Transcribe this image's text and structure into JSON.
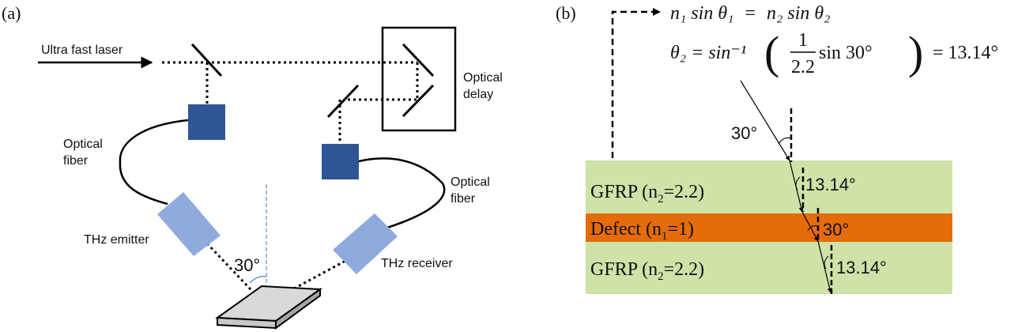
{
  "panel_a": {
    "label": "(a)",
    "laser_label": "Ultra fast laser",
    "optical_delay_label": [
      "Optical",
      "delay"
    ],
    "fiber_left_label": [
      "Optical",
      "fiber"
    ],
    "fiber_right_label": [
      "Optical",
      "fiber"
    ],
    "emitter_label": "THz emitter",
    "receiver_label": "THz receiver",
    "incidence_angle": "30°"
  },
  "panel_b": {
    "label": "(b)",
    "equation_1": {
      "lhs": "n₁ sin θ₁",
      "eq": "=",
      "rhs": "n₂ sin θ₂"
    },
    "equation_2": {
      "lhs": "θ₂ = sin⁻¹",
      "frac_num": "1",
      "frac_den": "2.2",
      "arg": "sin 30°",
      "result": "= 13.14°"
    },
    "incident_angle": "30°",
    "layers": [
      {
        "name": "GFRP",
        "label": "GFRP (n",
        "sub": "2",
        "tail": "=2.2)",
        "refraction_angle": "13.14°",
        "color": "#cfe2a8"
      },
      {
        "name": "Defect",
        "label": "Defect (n",
        "sub": "1",
        "tail": "=1)",
        "refraction_angle": "30°",
        "color": "#e46c0a"
      },
      {
        "name": "GFRP",
        "label": "GFRP (n",
        "sub": "2",
        "tail": "=2.2)",
        "refraction_angle": "13.14°",
        "color": "#cfe2a8"
      }
    ]
  },
  "colors": {
    "fiber_coupler": "#2f5597",
    "thz_antenna": "#8faadc",
    "sample_top": "#d9d9d9",
    "normal_line": "#4472c4"
  }
}
